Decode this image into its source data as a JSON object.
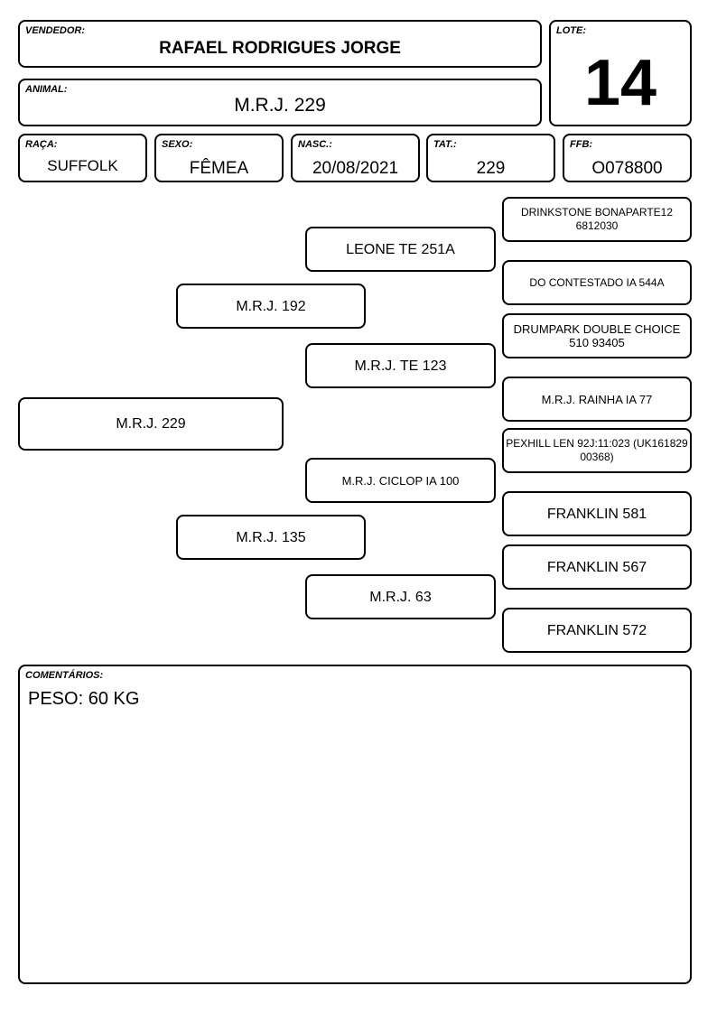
{
  "header": {
    "vendedor": {
      "label": "VENDEDOR:",
      "value": "RAFAEL RODRIGUES JORGE"
    },
    "lote": {
      "label": "LOTE:",
      "value": "14"
    },
    "animal": {
      "label": "ANIMAL:",
      "value": "M.R.J. 229"
    },
    "raca": {
      "label": "RAÇA:",
      "value": "SUFFOLK"
    },
    "sexo": {
      "label": "SEXO:",
      "value": "FÊMEA"
    },
    "nasc": {
      "label": "NASC.:",
      "value": "20/08/2021"
    },
    "tat": {
      "label": "TAT.:",
      "value": "229"
    },
    "ffb": {
      "label": "FFB:",
      "value": "O078800"
    }
  },
  "pedigree": {
    "animal": "M.R.J. 229",
    "sire": "M.R.J. 192",
    "dam": "M.R.J. 135",
    "sire_sire": "LEONE TE 251A",
    "sire_dam": "M.R.J. TE 123",
    "dam_sire": "M.R.J. CICLOP IA 100",
    "dam_dam": "M.R.J. 63",
    "ggp": [
      "DRINKSTONE BONAPARTE12 6812030",
      "DO CONTESTADO IA 544A",
      "DRUMPARK DOUBLE CHOICE 510 93405",
      "M.R.J. RAINHA IA 77",
      "PEXHILL LEN 92J:11:023 (UK161829 00368)",
      "FRANKLIN 581",
      "FRANKLIN 567",
      "FRANKLIN 572"
    ]
  },
  "comments": {
    "label": "COMENTÁRIOS:",
    "text": "PESO: 60 KG"
  }
}
